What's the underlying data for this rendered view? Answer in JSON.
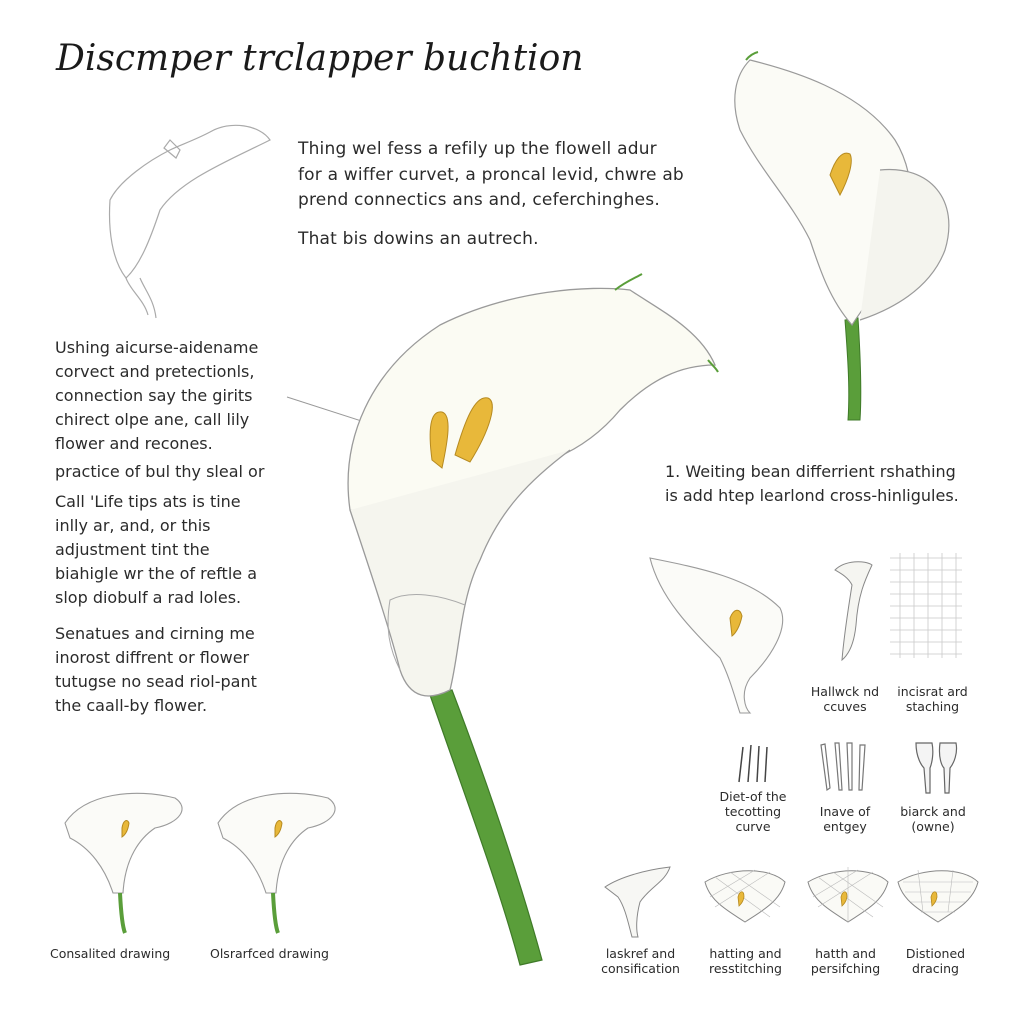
{
  "title": "Discmper trclapper buchtion",
  "intro": {
    "lines": [
      "Thing wel fess a refily up the flowell adur",
      "for a wiffer curvet, a proncal levid, chwre ab",
      "prend connectics ans and, ceferchinghes."
    ],
    "tagline": "That bis dowins an autrech."
  },
  "left_text": {
    "block1": [
      "Ushing aicurse-aidename",
      "corvect and pretectionls,",
      "connection say the girits",
      "chirect olpe ane, call lily",
      "flower and recones."
    ],
    "block2": [
      "practice of bul thy sleal or"
    ],
    "block3": [
      "Call 'Life tips ats is tine",
      "inlly ar, and, or this",
      "adjustment tint the",
      "biahigle wr the of reftle a",
      "slop diobulf a rad loles."
    ],
    "block4": [
      "Senatues and cirning me",
      "inorost diffrent or flower",
      "tutugse no sead riol-pant",
      "the caall-by flower."
    ]
  },
  "right_note": [
    "1. Weiting bean differrient rshathing",
    "is add htep learlond cross-hinligules."
  ],
  "captions": {
    "hallwck": [
      "Hallwck nd",
      "ccuves"
    ],
    "inciscat": [
      "incisrat ard",
      "staching"
    ],
    "diet": [
      "Diet-of the",
      "tecotting",
      "curve"
    ],
    "inave": [
      "Inave of",
      "entgey"
    ],
    "black": [
      "biarck and",
      "(owne)"
    ],
    "consulted": [
      "Consalited drawing"
    ],
    "obscured": [
      "Olsrarfced drawing"
    ],
    "laskref": [
      "laskref and",
      "consification"
    ],
    "hatting": [
      "hatting and",
      "resstitching"
    ],
    "hatth": [
      "hatth and",
      "persifching"
    ],
    "distioned": [
      "Distioned",
      "dracing"
    ]
  },
  "colors": {
    "stem_green": "#5a9e3a",
    "stamen_yellow": "#e8b83a",
    "petal_outline": "#9a9a9a",
    "text": "#2b2b2b"
  }
}
